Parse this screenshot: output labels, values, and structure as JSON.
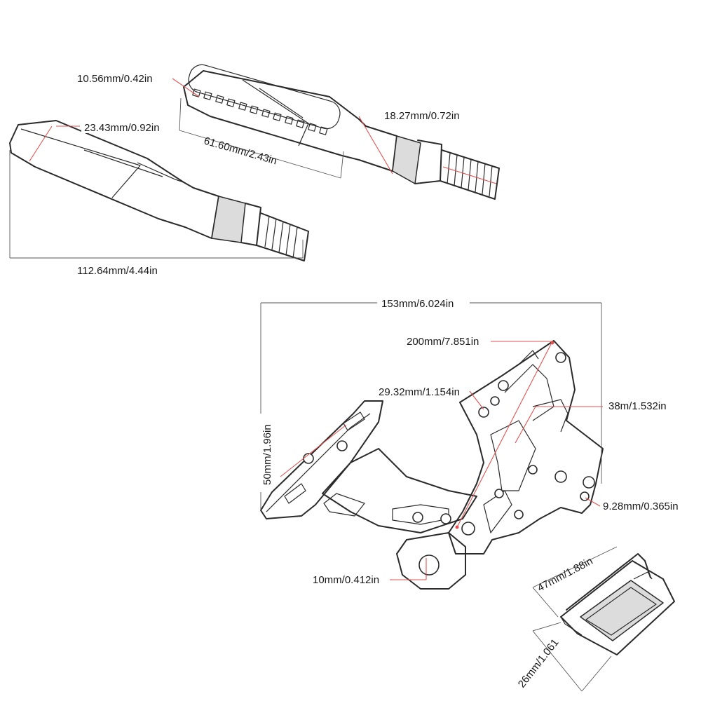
{
  "colors": {
    "ink": "#2a2a2a",
    "dimension_line": "#555555",
    "leader": "#e25252",
    "background": "#ffffff"
  },
  "turn_signal": {
    "lens_height": "10.56mm/0.42in",
    "body_diameter": "18.27mm/0.72in",
    "front_height": "23.43mm/0.92in",
    "led_strip_length": "61.60mm/2.43in",
    "total_length": "112.64mm/4.44in"
  },
  "bracket": {
    "width": "153mm/6.024in",
    "arm_length": "200mm/7.851in",
    "slot_spacing": "29.32mm/1.154in",
    "mount_width": "38m/1.532in",
    "plate_height": "50mm/1.96in",
    "small_hole": "9.28mm/0.365in",
    "pivot_hole": "10mm/0.412in"
  },
  "reflector": {
    "length": "47mm/1.88in",
    "height": "26mm/1.061"
  }
}
